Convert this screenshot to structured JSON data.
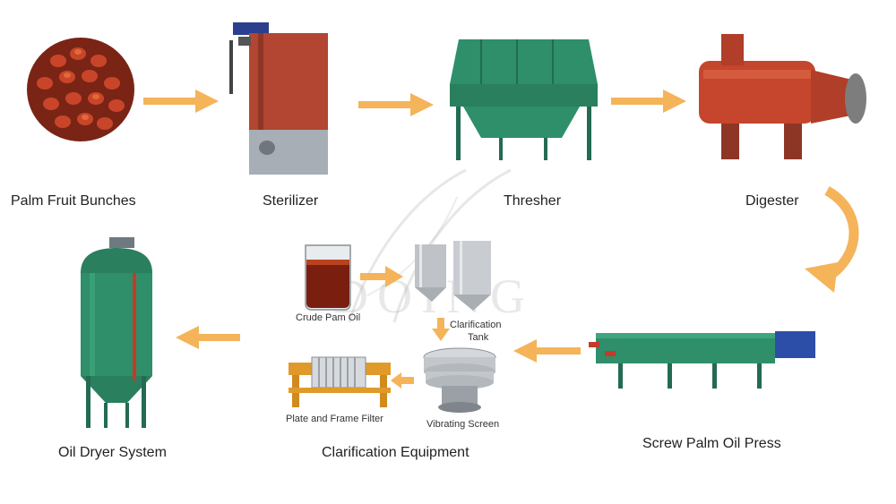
{
  "colors": {
    "arrow": "#F5B35A",
    "palm": "#B8361E",
    "steel_red": "#B24632",
    "steel_grey": "#9AA0A6",
    "green": "#2E8F6A",
    "dark_green": "#236B52",
    "orange": "#E09A2A",
    "silver": "#C9CCD0",
    "label": "#222222"
  },
  "stages": {
    "palm_fruit": "Palm Fruit Bunches",
    "sterilizer": "Sterilizer",
    "thresher": "Thresher",
    "digester": "Digester",
    "screw_press": "Screw Palm Oil Press",
    "clarification": "Clarification Equipment",
    "oil_dryer": "Oil Dryer System"
  },
  "sub_stages": {
    "crude_oil": "Crude Pam Oil",
    "clarification_tank": [
      "Clarification",
      "Tank"
    ],
    "vibrating_screen": "Vibrating Screen",
    "plate_frame_filter": "Plate and Frame Filter"
  },
  "watermark": "DOING",
  "icons": {
    "palm": "palm-fruit-bunch-icon",
    "sterilizer": "sterilizer-tank-icon",
    "thresher": "thresher-machine-icon",
    "digester": "digester-machine-icon",
    "press": "screw-press-icon",
    "dryer": "oil-dryer-tower-icon",
    "beaker": "beaker-icon",
    "tank": "clarification-tank-icon",
    "screen": "vibrating-screen-icon",
    "filter": "plate-frame-filter-icon"
  }
}
